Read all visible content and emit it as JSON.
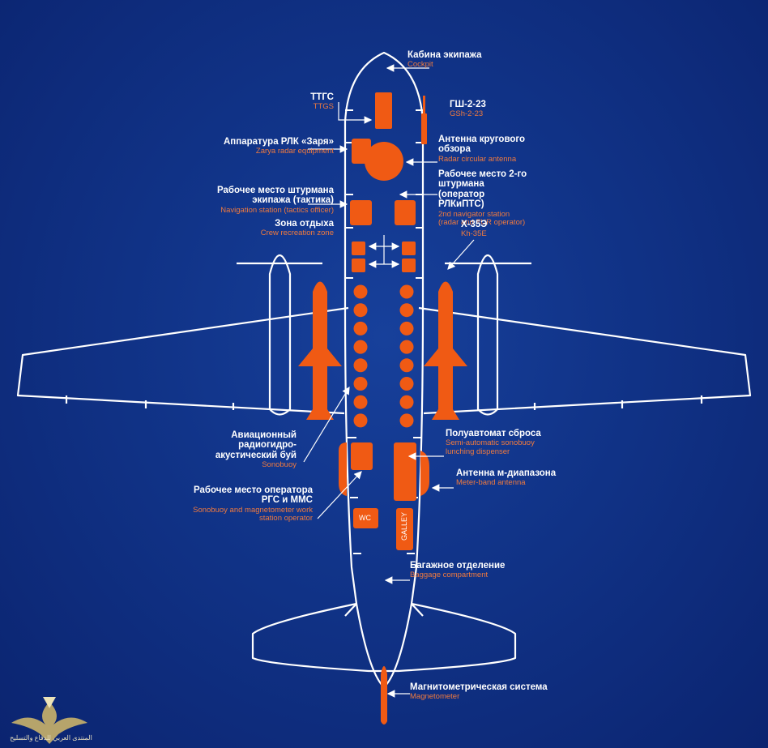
{
  "labels": {
    "cockpit": {
      "ru": "Кабина экипажа",
      "en": "Cockpit"
    },
    "ttgs": {
      "ru": "ТТГС",
      "en": "TTGS"
    },
    "gsh": {
      "ru": "ГШ-2-23",
      "en": "GSh-2-23"
    },
    "zarya": {
      "ru": "Аппаратура РЛК «Заря»",
      "en": "Zarya radar equipment"
    },
    "radar_antenna": {
      "ru": "Антенна кругового обзора",
      "en": "Radar circular antenna"
    },
    "nav_station": {
      "ru": "Рабочее место штурмана экипажа (тактика)",
      "en": "Navigation station (tactics officer)"
    },
    "nav2_station": {
      "ru": "Рабочее место 2-го штурмана (оператор РЛКиПТС)",
      "en": "2nd navigator station (radar and FUR operator)"
    },
    "crew_rest": {
      "ru": "Зона отдыха",
      "en": "Crew recreation zone"
    },
    "kh35": {
      "ru": "Х-35Э",
      "en": "Kh-35E"
    },
    "sonobuoy": {
      "ru": "Авиационный радиогидро-акустический буй",
      "en": "Sonobuoy"
    },
    "dispenser": {
      "ru": "Полуавтомат сброса",
      "en": "Semi-automatic sonobuoy lunching dispenser"
    },
    "meter_antenna": {
      "ru": "Антенна м-диапазона",
      "en": "Meter-band antenna"
    },
    "operator_station": {
      "ru": "Рабочее место оператора РГС и ММС",
      "en": "Sonobuoy and magnetometer work station operator"
    },
    "baggage": {
      "ru": "Багажное отделение",
      "en": "Baggage compartment"
    },
    "magnetometer": {
      "ru": "Магнитометрическая система",
      "en": "Magnetometer"
    }
  },
  "tags": {
    "wc": "WC",
    "galley": "GALLEY"
  },
  "watermark": {
    "text": "المنتدى العربي للدفاع والتسليح"
  },
  "colors": {
    "background": "#0d2a78",
    "outline": "#ffffff",
    "component": "#f05a14",
    "english_text": "#f07a3e"
  },
  "icons": {
    "buoy_row": "sonobuoy-circle",
    "missile": "missile-shape",
    "watermark": "eagle-emblem"
  }
}
